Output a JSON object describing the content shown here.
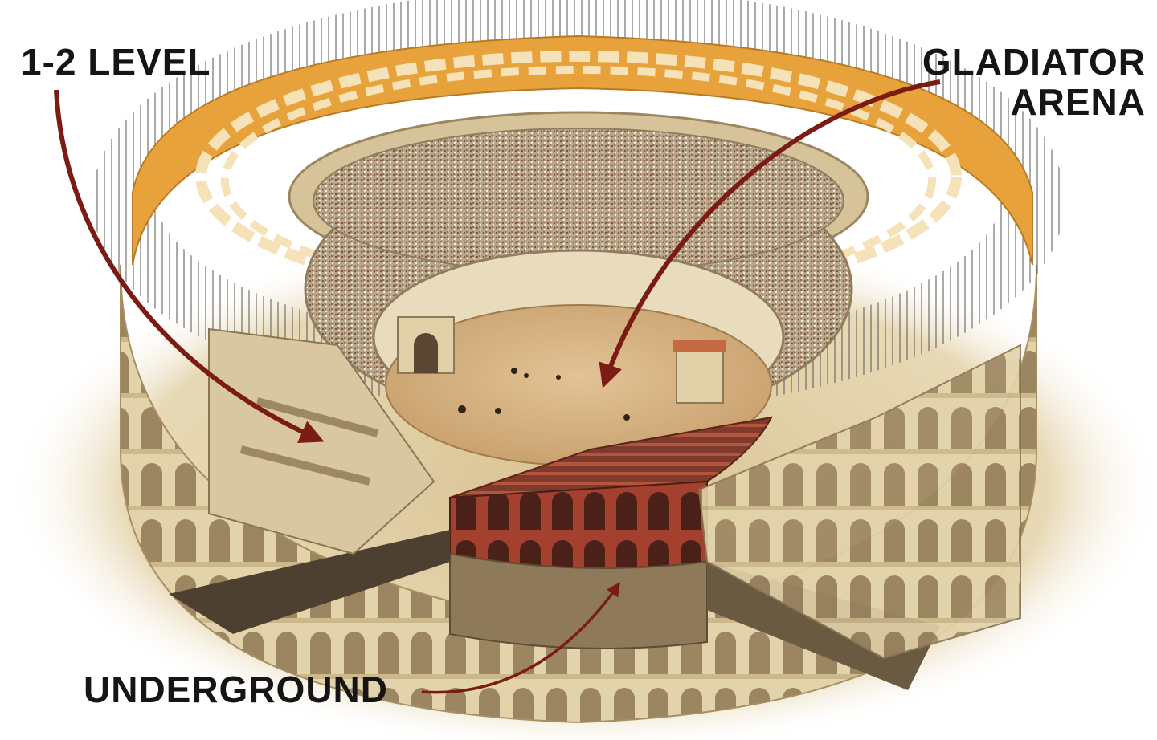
{
  "labels": {
    "level": "1-2 LEVEL",
    "arena_line1": "GLADIATOR",
    "arena_line2": "ARENA",
    "underground": "UNDERGROUND"
  },
  "colors": {
    "arrow": "#7a1c14",
    "text": "#151515",
    "awning_orange": "#e8a23c",
    "awning_light": "#f6e2b8",
    "stone": "#d9c9a0",
    "arena_sand": "#d8b88a",
    "brick": "#a3412e"
  }
}
